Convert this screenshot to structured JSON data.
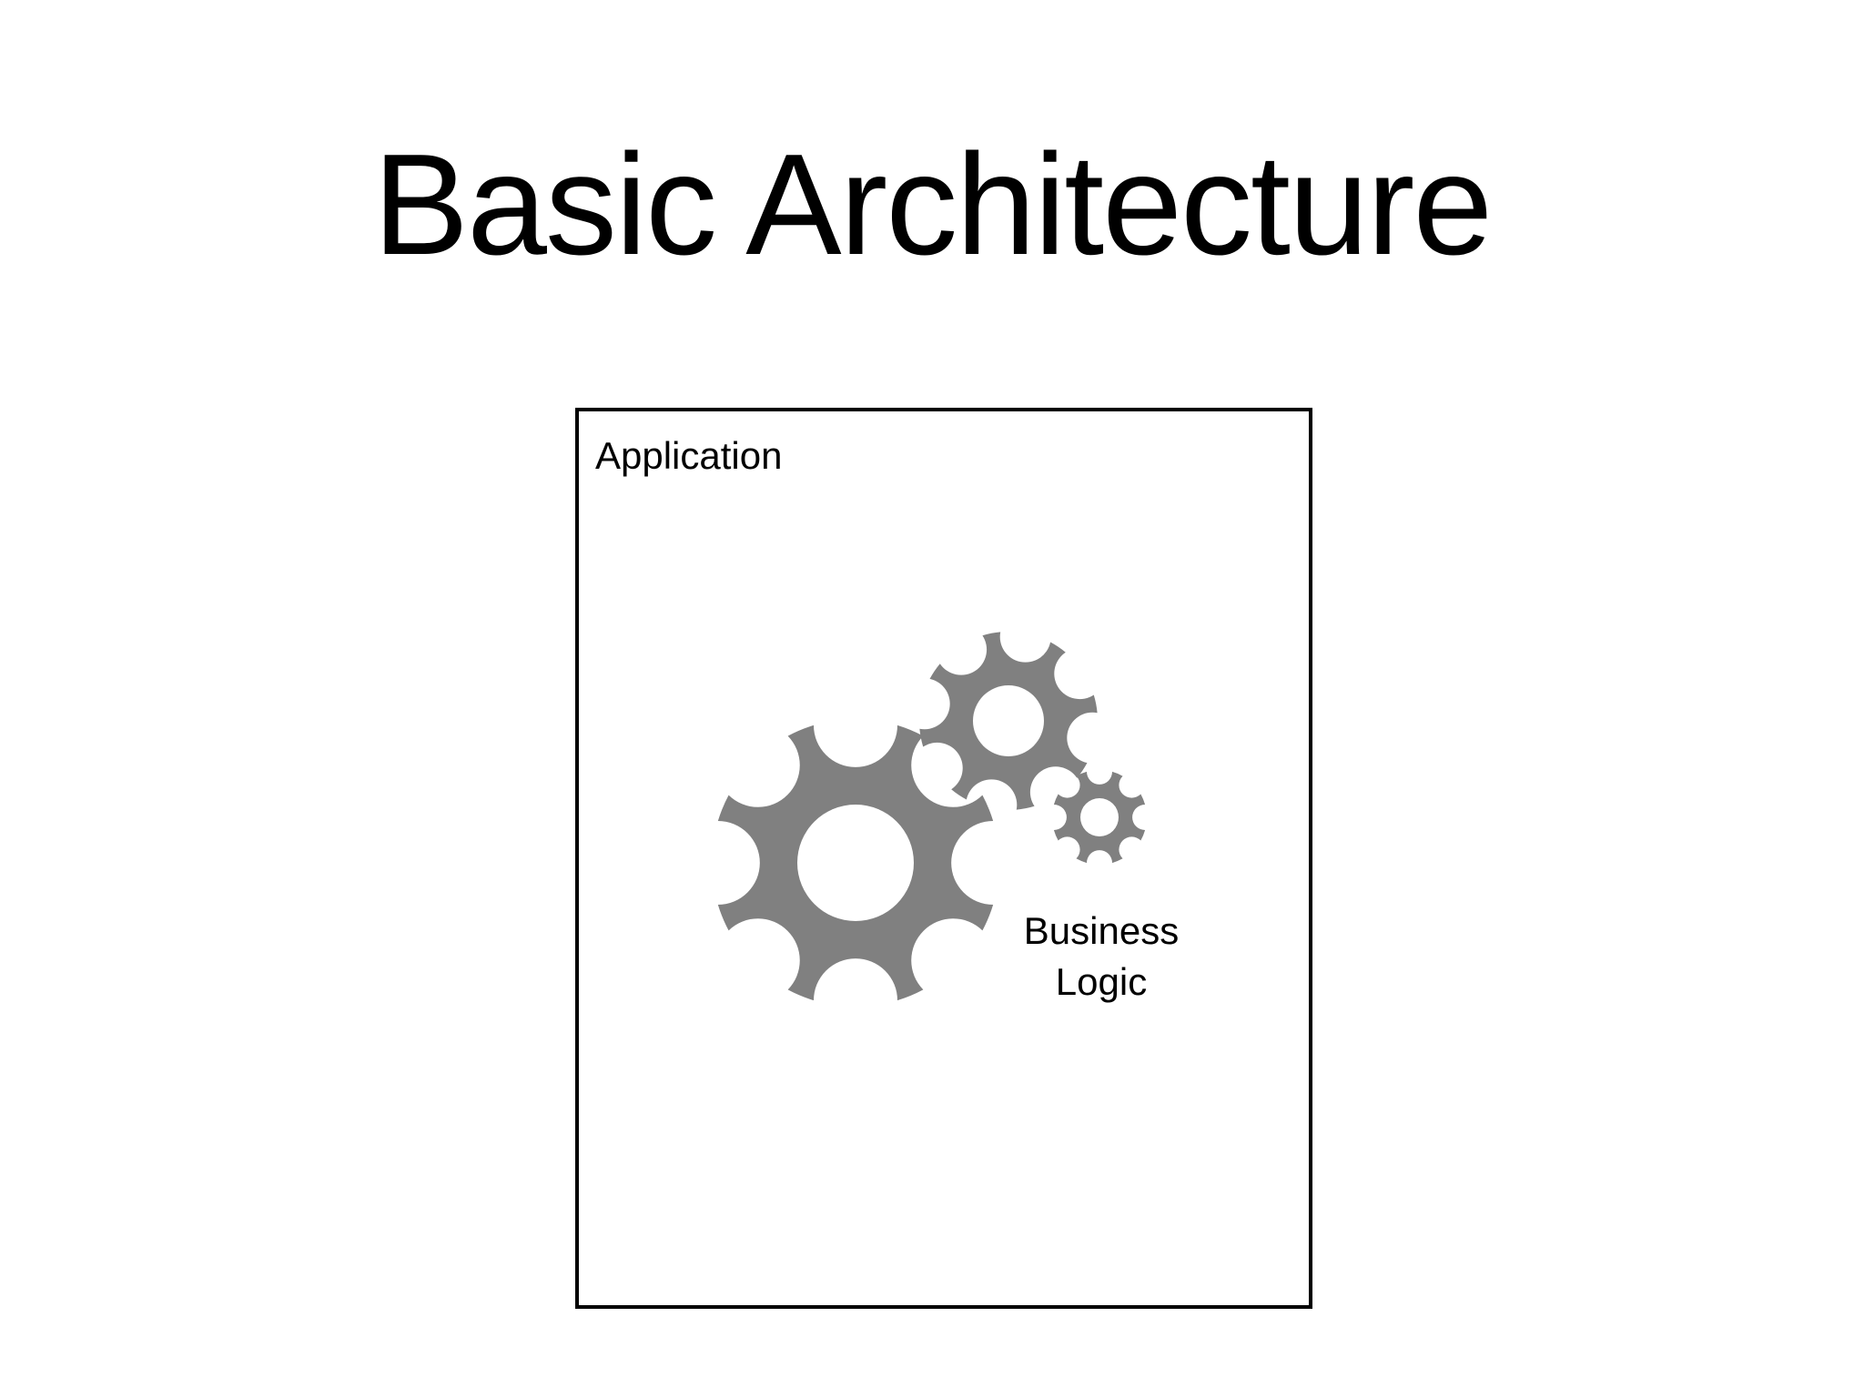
{
  "slide": {
    "title": "Basic Architecture"
  },
  "diagram": {
    "container_label": "Application",
    "component_label_line1": "Business",
    "component_label_line2": "Logic",
    "gear_color": "#808080",
    "gear_icon": "gears-icon"
  }
}
